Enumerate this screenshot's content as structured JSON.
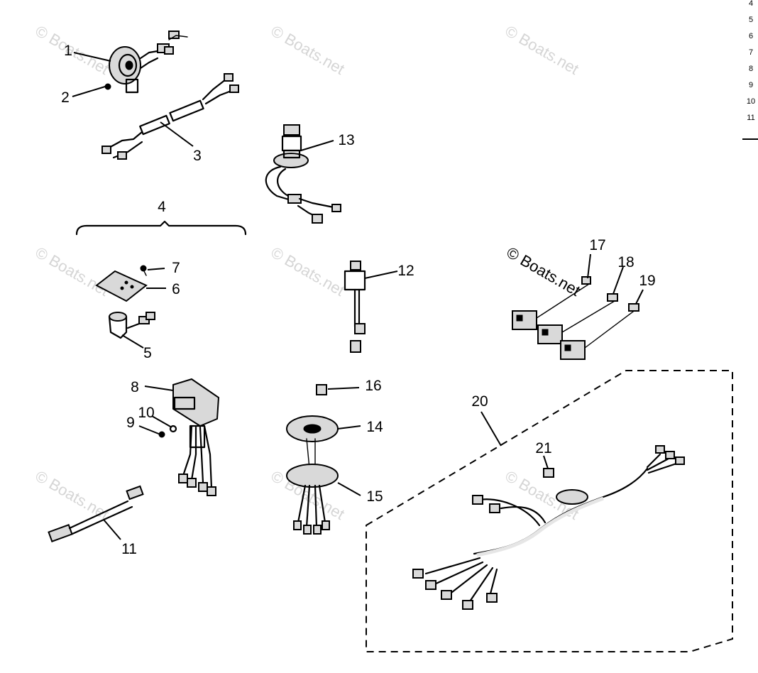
{
  "watermark": "© Boats.net",
  "callouts": {
    "c1": "1",
    "c2": "2",
    "c3": "3",
    "c4": "4",
    "c5": "5",
    "c6": "6",
    "c7": "7",
    "c8": "8",
    "c9": "9",
    "c10": "10",
    "c11": "11",
    "c12": "12",
    "c13": "13",
    "c14": "14",
    "c15": "15",
    "c16": "16",
    "c17": "17",
    "c18": "18",
    "c19": "19",
    "c20": "20",
    "c21": "21"
  },
  "side_index": [
    "4",
    "5",
    "6",
    "7",
    "8",
    "9",
    "10",
    "11"
  ]
}
